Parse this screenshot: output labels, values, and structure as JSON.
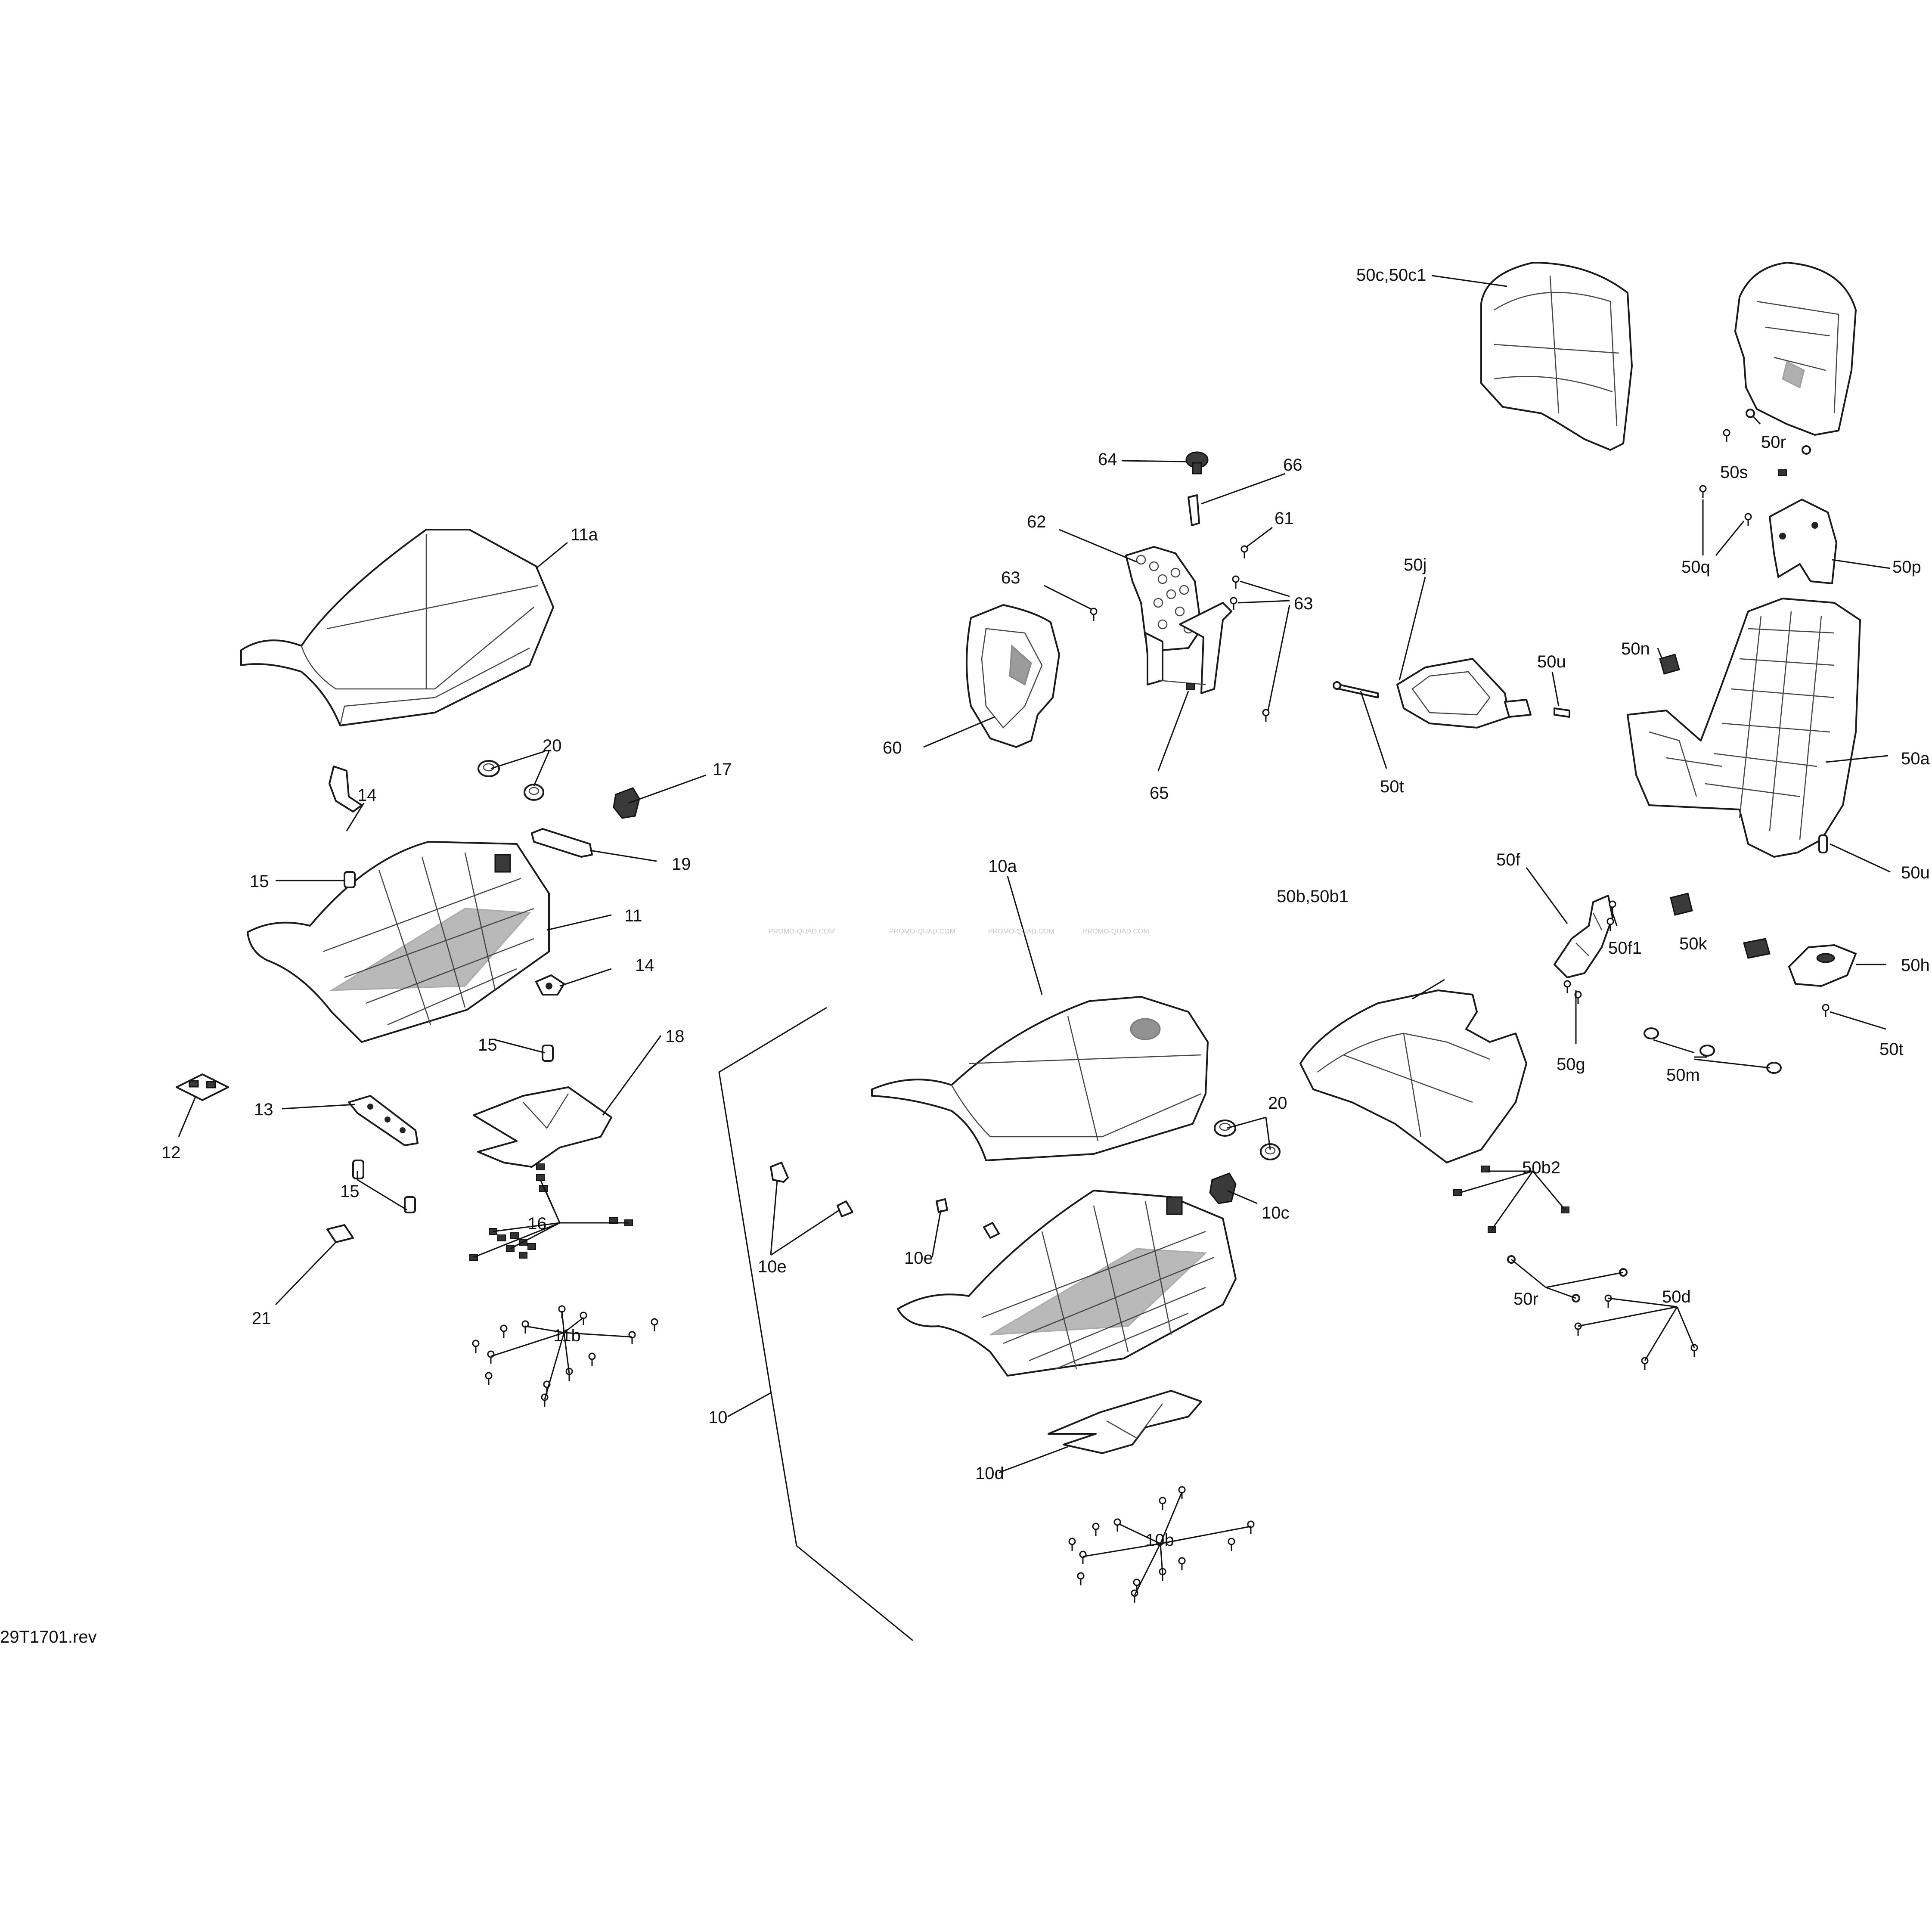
{
  "drawing_id": "29T1701.rev",
  "watermark": "PROMO-QUAD.COM",
  "labels": {
    "l_50c": "50c,50c1",
    "l_50r_top": "50r",
    "l_50s": "50s",
    "l_50q": "50q",
    "l_50p": "50p",
    "l_64": "64",
    "l_66": "66",
    "l_61": "61",
    "l_62": "62",
    "l_63a": "63",
    "l_63b": "63",
    "l_60": "60",
    "l_65": "65",
    "l_50j": "50j",
    "l_50u_top": "50u",
    "l_50t_mid": "50t",
    "l_50n": "50n",
    "l_50a": "50a",
    "l_50u_r": "50u",
    "l_50f": "50f",
    "l_50f1": "50f1",
    "l_50k": "50k",
    "l_50h": "50h",
    "l_50b": "50b,50b1",
    "l_50g": "50g",
    "l_50m": "50m",
    "l_50t_r": "50t",
    "l_11a": "11a",
    "l_20a": "20",
    "l_14a": "14",
    "l_17": "17",
    "l_19": "19",
    "l_15a": "15",
    "l_11": "11",
    "l_14b": "14",
    "l_15b": "15",
    "l_18": "18",
    "l_13": "13",
    "l_12": "12",
    "l_15c": "15",
    "l_16": "16",
    "l_21": "21",
    "l_11b": "11b",
    "l_10a": "10a",
    "l_20b": "20",
    "l_10c": "10c",
    "l_50b2": "50b2",
    "l_10e_a": "10e",
    "l_10e_b": "10e",
    "l_50r_b": "50r",
    "l_50d": "50d",
    "l_10": "10",
    "l_10d": "10d",
    "l_10b": "10b"
  }
}
